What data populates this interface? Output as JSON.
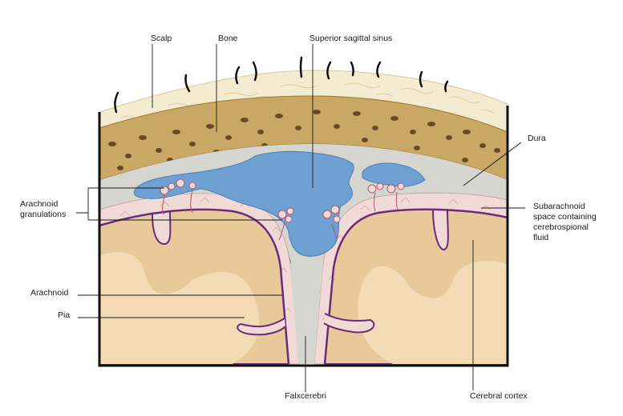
{
  "labels": {
    "scalp": "Scalp",
    "bone": "Bone",
    "superior_sagittal_sinus": "Superior sagittal sinus",
    "dura": "Dura",
    "arachnoid_granulations": [
      "Arachnoid",
      "granulations"
    ],
    "subarachnoid_space": [
      "Subarachnoid",
      "space containing",
      "cerebrospional",
      "fluid"
    ],
    "arachnoid": "Arachnoid",
    "pia": "Pia",
    "falx_cerebri": "Falxcerebri",
    "cerebral_cortex": "Cerebral cortex"
  },
  "colors": {
    "scalp": "#f4ecd0",
    "bone": "#c9a765",
    "bone_pores": "#6b4a22",
    "dura": "#d5d6d0",
    "sinus": "#6fa0d2",
    "brain": "#e8c99a",
    "brain_light": "#f3dcb5",
    "arachnoid": "#f1d9d6",
    "pia": "#6a2c7a",
    "frame": "#111111"
  }
}
